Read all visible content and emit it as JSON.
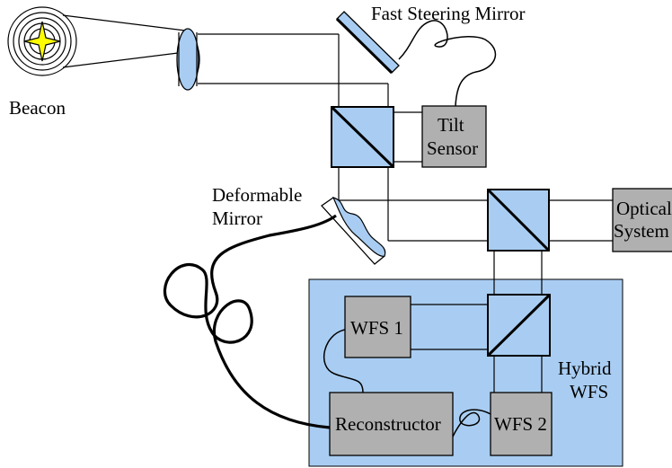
{
  "labels": {
    "beacon": "Beacon",
    "fast_steering_mirror": "Fast Steering Mirror",
    "tilt_sensor_line1": "Tilt",
    "tilt_sensor_line2": "Sensor",
    "deformable_mirror_line1": "Deformable",
    "deformable_mirror_line2": "Mirror",
    "optical_system_line1": "Optical",
    "optical_system_line2": "System",
    "wfs1": "WFS 1",
    "wfs2": "WFS 2",
    "reconstructor": "Reconstructor",
    "hybrid_wfs_line1": "Hybrid",
    "hybrid_wfs_line2": "WFS"
  },
  "colors": {
    "optic_blue": "#a9cdf2",
    "panel_blue": "#a9cdf2",
    "box_gray": "#b0b0b0",
    "beacon_yellow": "#ffff00"
  }
}
